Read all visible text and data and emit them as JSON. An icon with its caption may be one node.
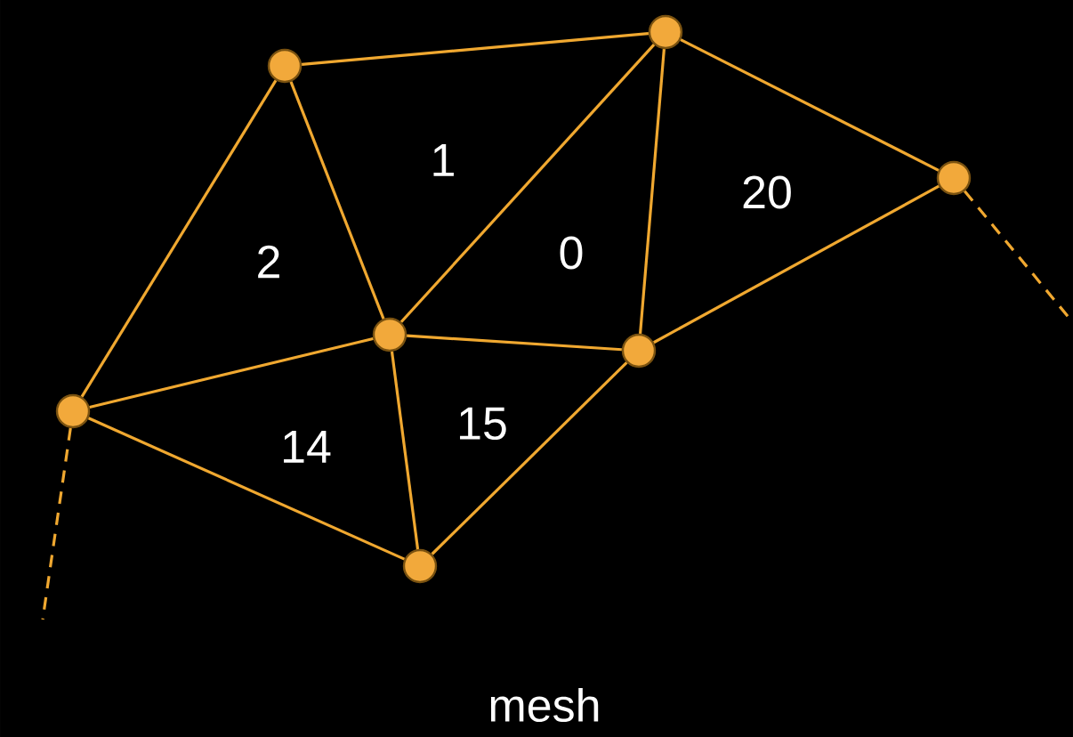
{
  "diagram": {
    "caption": "mesh",
    "nodes": [
      {
        "text": [],
        "shape": "circle"
      },
      {
        "text": [],
        "shape": "circle"
      },
      {
        "text": [],
        "shape": "circle"
      },
      {
        "text": [],
        "shape": "circle"
      },
      {
        "text": [],
        "shape": "circle"
      },
      {
        "text": [],
        "shape": "circle"
      },
      {
        "text": [],
        "shape": "circle"
      }
    ],
    "edges": [
      {
        "from": 1,
        "to": 5,
        "arrow": "none"
      },
      {
        "from": 1,
        "to": 2,
        "arrow": "none"
      },
      {
        "from": 1,
        "to": 0,
        "arrow": "none"
      },
      {
        "from": 5,
        "to": 2,
        "arrow": "none"
      },
      {
        "from": 5,
        "to": 4,
        "arrow": "none"
      },
      {
        "from": 5,
        "to": 6,
        "arrow": "none"
      },
      {
        "from": 6,
        "to": 4,
        "arrow": "none"
      },
      {
        "from": 2,
        "to": 4,
        "arrow": "none"
      },
      {
        "from": 2,
        "to": 0,
        "arrow": "none"
      },
      {
        "from": 2,
        "to": 3,
        "arrow": "none"
      },
      {
        "from": 4,
        "to": 3,
        "arrow": "none"
      },
      {
        "from": 0,
        "to": 3,
        "arrow": "none"
      },
      {
        "from": 0,
        "to": null,
        "arrow": "none",
        "style": "dashed"
      },
      {
        "from": 6,
        "to": null,
        "arrow": "none",
        "style": "dashed"
      }
    ],
    "labels": [
      "1",
      "2",
      "0",
      "20",
      "14",
      "15"
    ]
  }
}
